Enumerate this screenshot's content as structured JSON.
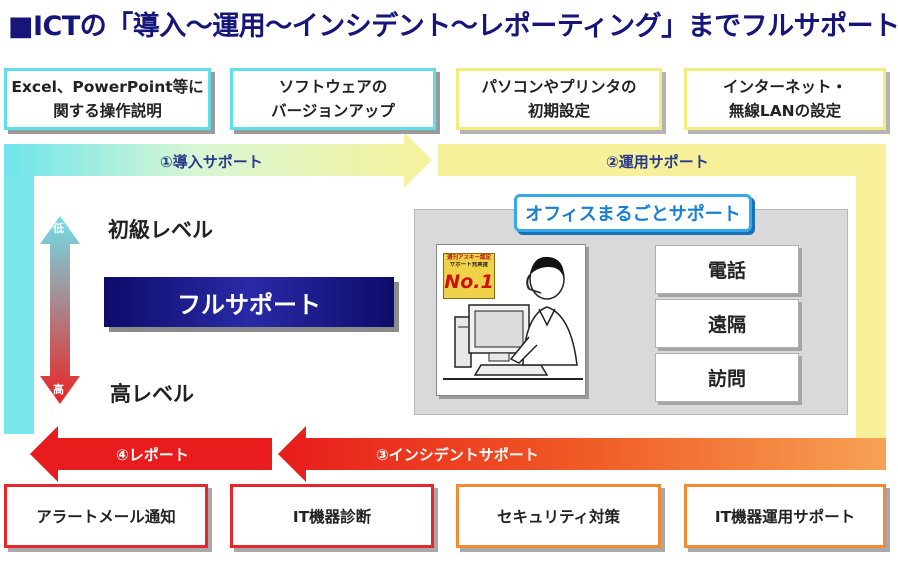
{
  "title": "■ICTの「導入～運用～インシデント～レポーティング」までフルサポート",
  "top_boxes": [
    {
      "label": "Excel、PowerPoint等に\n関する操作説明"
    },
    {
      "label": "ソフトウェアの\nバージョンアップ"
    },
    {
      "label": "パソコンやプリンタの\n初期設定"
    },
    {
      "label": "インターネット・\n無線LANの設定"
    }
  ],
  "bands": {
    "introduction": "①導入サポート",
    "operation": "②運用サポート",
    "incident": "③インシデントサポート",
    "report": "④レポート"
  },
  "levels": {
    "beginner_badge": "低",
    "beginner": "初級レベル",
    "advanced_badge": "高",
    "advanced": "高レベル"
  },
  "full_support": "フルサポート",
  "office": {
    "tag": "オフィスまるごとサポート",
    "badge_line1": "週刊アスキー認定",
    "badge_line2": "サポート充実度",
    "badge_no1": "No.1",
    "services": [
      "電話",
      "遠隔",
      "訪問"
    ]
  },
  "bottom_boxes": [
    {
      "label": "アラートメール通知"
    },
    {
      "label": "IT機器診断"
    },
    {
      "label": "セキュリティ対策"
    },
    {
      "label": "IT機器運用サポート"
    }
  ],
  "colors": {
    "title": "#15157a",
    "cyan": "#5fe0e8",
    "yellow": "#f4ec7c",
    "red": "#e8262c",
    "orange": "#f08a34",
    "navy": "#15157a",
    "accent_blue": "#1b7fd0"
  }
}
